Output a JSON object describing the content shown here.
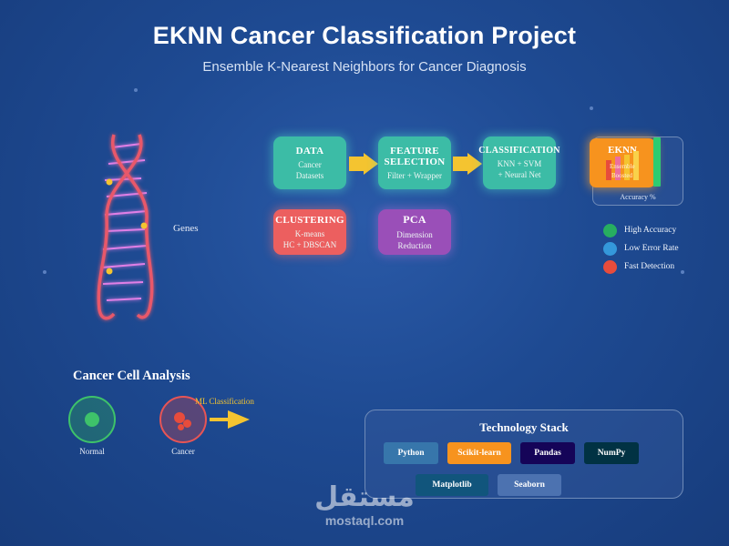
{
  "header": {
    "title": "EKNN Cancer Classification Project",
    "subtitle": "Ensemble K-Nearest Neighbors for Cancer Diagnosis"
  },
  "dna": {
    "label": "Genes"
  },
  "pipeline": {
    "data": {
      "title": "DATA",
      "sub1": "Cancer",
      "sub2": "Datasets"
    },
    "feature": {
      "title1": "FEATURE",
      "title2": "SELECTION",
      "sub": "Filter + Wrapper"
    },
    "classification": {
      "title": "CLASSIFICATION",
      "sub1": "KNN + SVM",
      "sub2": "+ Neural Net"
    },
    "clustering": {
      "title": "CLUSTERING",
      "sub1": "K-means",
      "sub2": "HC + DBSCAN"
    },
    "pca": {
      "title": "PCA",
      "sub1": "Dimension",
      "sub2": "Reduction"
    }
  },
  "result": {
    "title": "RESULT",
    "overlay": "EKNN",
    "mini1": "Ensemble",
    "mini2": "Boosted",
    "caption": "Accuracy %"
  },
  "legend": [
    {
      "label": "High Accuracy",
      "color": "#27ae60"
    },
    {
      "label": "Low Error Rate",
      "color": "#3498db"
    },
    {
      "label": "Fast Detection",
      "color": "#e74c3c"
    }
  ],
  "cells": {
    "title": "Cancer Cell Analysis",
    "normal": "Normal",
    "cancer": "Cancer",
    "arrow_label": "ML Classification"
  },
  "tech": {
    "title": "Technology Stack",
    "row1": [
      {
        "label": "Python",
        "color": "#3776ab"
      },
      {
        "label": "Scikit-learn",
        "color": "#f7931e"
      },
      {
        "label": "Pandas",
        "color": "#150458"
      },
      {
        "label": "NumPy",
        "color": "#013243"
      }
    ],
    "row2": [
      {
        "label": "Matplotlib",
        "color": "#11557c"
      },
      {
        "label": "Seaborn",
        "color": "#4c72b0"
      }
    ]
  },
  "watermark": {
    "arabic": "مستقل",
    "latin": "mostaql.com"
  },
  "colors": {
    "teal": "#3cbca6",
    "red": "#ec5f5f",
    "purple": "#9a4fb8",
    "arrow": "#f4c430",
    "dna": "#e8596b",
    "rungs": "#e07fe6"
  }
}
